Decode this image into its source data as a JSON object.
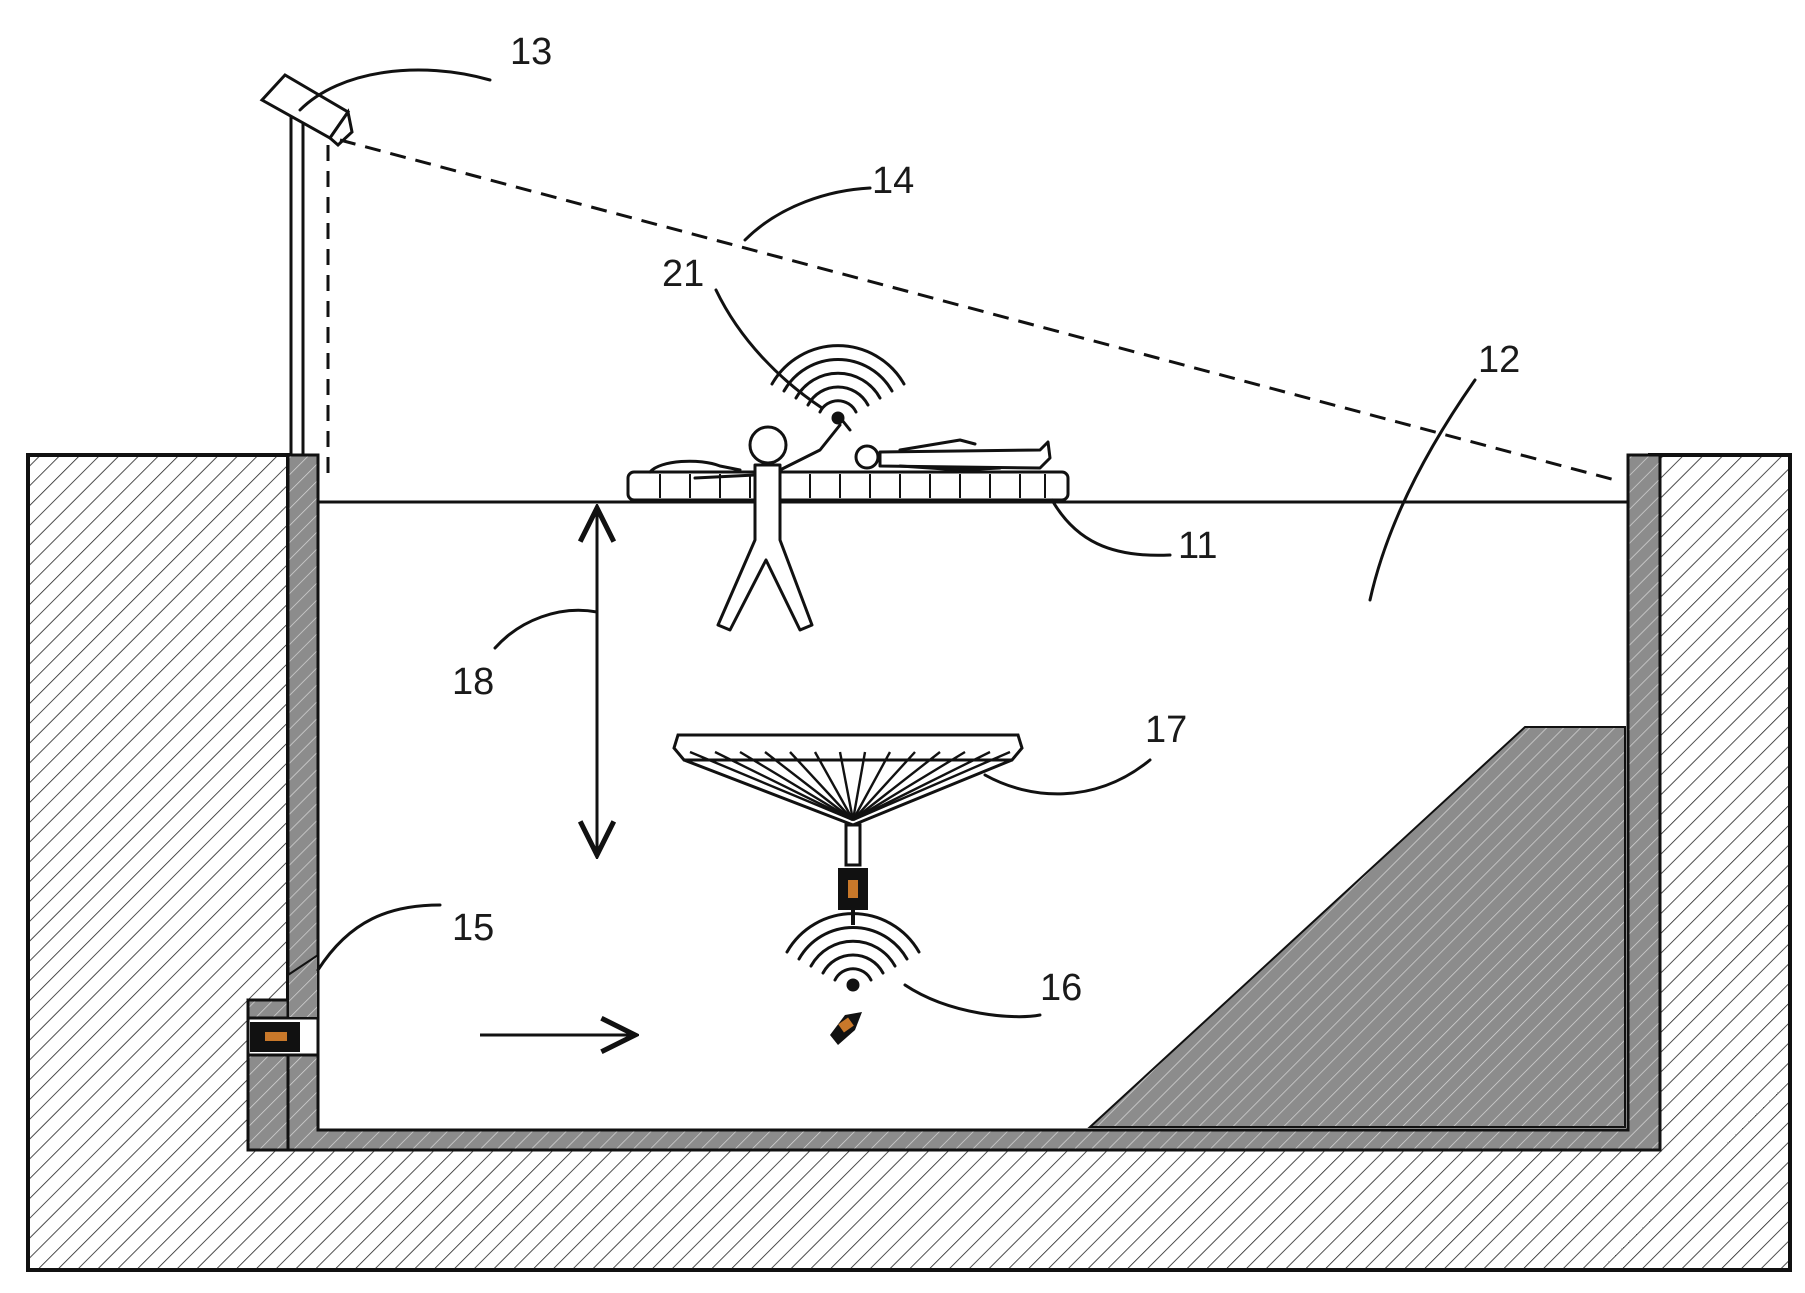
{
  "figure": {
    "reference_numerals": {
      "mobile_floor": "11",
      "pool_water": "12",
      "camera": "13",
      "camera_field_of_view": "14",
      "wall_transducer": "15",
      "submerged_transmitter": "16",
      "submerged_grabber": "17",
      "vertical_travel": "18",
      "wearable_transmitter": "21"
    },
    "colors": {
      "line": "#111111",
      "wall_fill": "#8c8c8c",
      "hatch": "#222222",
      "accent_orange": "#c8782a",
      "background": "#ffffff"
    },
    "icons": [
      "camera-icon",
      "signal-waves-icon",
      "swimmer-icon",
      "lying-person-icon",
      "grabber-net-icon",
      "arrow-right-icon",
      "double-arrow-icon"
    ]
  }
}
